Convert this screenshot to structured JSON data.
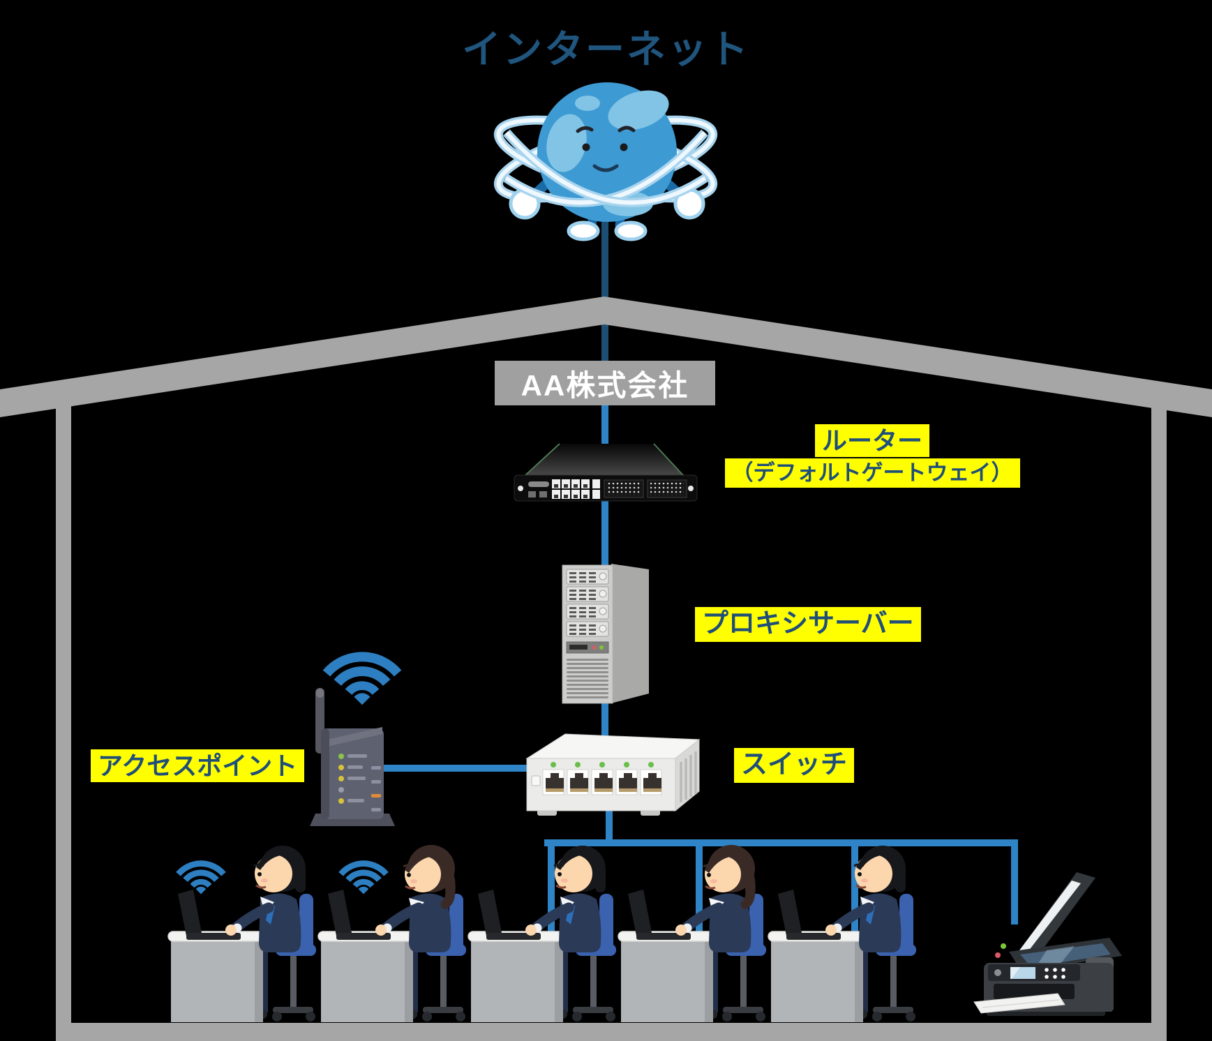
{
  "diagram": {
    "title": "インターネット",
    "company": {
      "name": "AA株式会社"
    },
    "labels": {
      "router_line1": "ルーター",
      "router_line2": "（デフォルトゲートウェイ）",
      "proxy_server": "プロキシサーバー",
      "access_point": "アクセスポイント",
      "switch": "スイッチ"
    },
    "nodes": [
      {
        "id": "internet-globe",
        "label": "インターネット"
      },
      {
        "id": "company-network",
        "label": "AA株式会社"
      },
      {
        "id": "router",
        "label": "ルーター（デフォルトゲートウェイ）"
      },
      {
        "id": "proxy-server",
        "label": "プロキシサーバー"
      },
      {
        "id": "access-point",
        "label": "アクセスポイント"
      },
      {
        "id": "switch",
        "label": "スイッチ",
        "ports_visible": 5
      },
      {
        "id": "wireless-worker-clients",
        "count": 2
      },
      {
        "id": "wired-worker-clients",
        "count": 3
      },
      {
        "id": "multifunction-printer",
        "count": 1
      }
    ],
    "colors": {
      "background": "#000000",
      "house_gray": "#a6a6a6",
      "title_text": "#20557e",
      "label_text": "#1f4e79",
      "label_highlight": "#ffff00",
      "company_box_bg": "#a0a0a0",
      "company_box_text": "#ffffff",
      "line_dark_blue": "#1d4f74",
      "line_bright_blue": "#2e84c6",
      "wifi_blue": "#2d7fc1"
    }
  }
}
